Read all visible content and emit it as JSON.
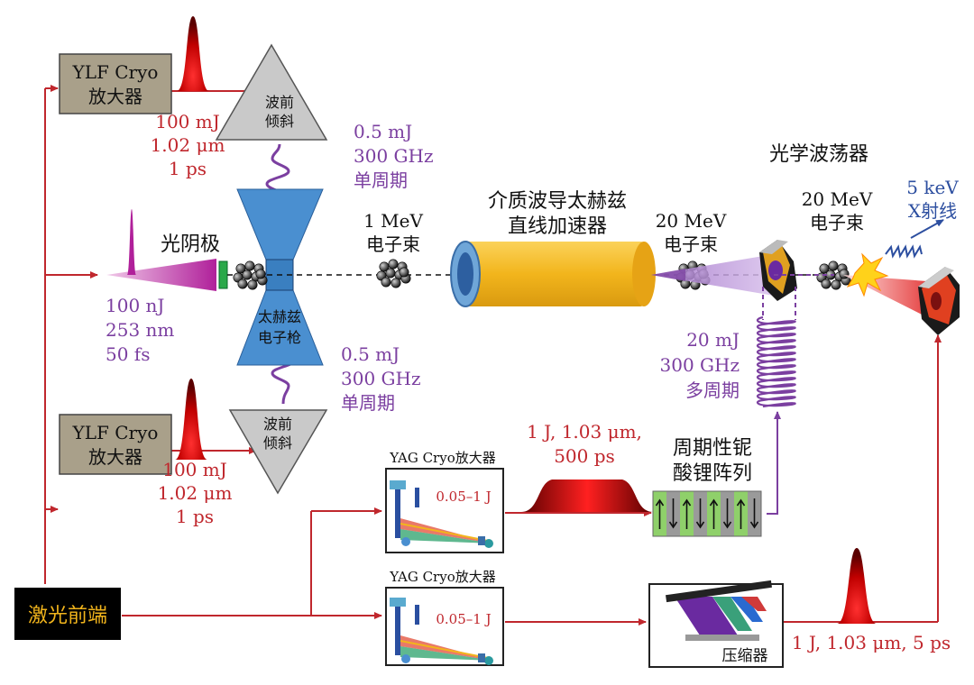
{
  "front_end": {
    "label": "激光前端"
  },
  "ylf_top": {
    "box_line1": "YLF Cryo",
    "box_line2": "放大器",
    "spec1": "100 mJ",
    "spec2": "1.02 μm",
    "spec3": "1 ps"
  },
  "ylf_bottom": {
    "box_line1": "YLF Cryo",
    "box_line2": "放大器",
    "spec1": "100 mJ",
    "spec2": "1.02 μm",
    "spec3": "1 ps"
  },
  "tilt_top": {
    "line1": "波前",
    "line2": "倾斜"
  },
  "tilt_bottom": {
    "line1": "波前",
    "line2": "倾斜"
  },
  "thz_top": {
    "line1": "0.5 mJ",
    "line2": "300 GHz",
    "line3": "单周期"
  },
  "thz_bottom": {
    "line1": "0.5 mJ",
    "line2": "300 GHz",
    "line3": "单周期"
  },
  "photocathode": {
    "label": "光阴极",
    "spec1": "100 nJ",
    "spec2": "253 nm",
    "spec3": "50 fs"
  },
  "gun": {
    "line1": "太赫兹",
    "line2": "电子枪"
  },
  "beam_1mev": {
    "line1": "1 MeV",
    "line2": "电子束"
  },
  "linac": {
    "line1": "介质波导太赫兹",
    "line2": "直线加速器"
  },
  "beam_20mev": {
    "line1": "20 MeV",
    "line2": "电子束"
  },
  "undulator": {
    "label": "光学波荡器",
    "beam_line1": "20 MeV",
    "beam_line2": "电子束"
  },
  "xray": {
    "line1": "5 keV",
    "line2": "X射线"
  },
  "thz_multi": {
    "line1": "20 mJ",
    "line2": "300 GHz",
    "line3": "多周期"
  },
  "yag_top": {
    "title": "YAG Cryo放大器",
    "energy": "0.05–1 J"
  },
  "yag_bottom": {
    "title": "YAG Cryo放大器",
    "energy": "0.05–1 J"
  },
  "pulse_long": {
    "line1": "1 J, 1.03 μm,",
    "line2": "500 ps"
  },
  "ppln": {
    "line1": "周期性铌",
    "line2": "酸锂阵列"
  },
  "compressor": {
    "label": "压缩器"
  },
  "pulse_short": {
    "label": "1 J, 1.03 μm, 5 ps"
  },
  "colors": {
    "laser_line": "#c0272d",
    "thz": "#7b3fa0",
    "xray": "#2d4fa0",
    "gun": "#4a8fd0",
    "linac": "#f2b51c",
    "box": "#a9a08a"
  }
}
